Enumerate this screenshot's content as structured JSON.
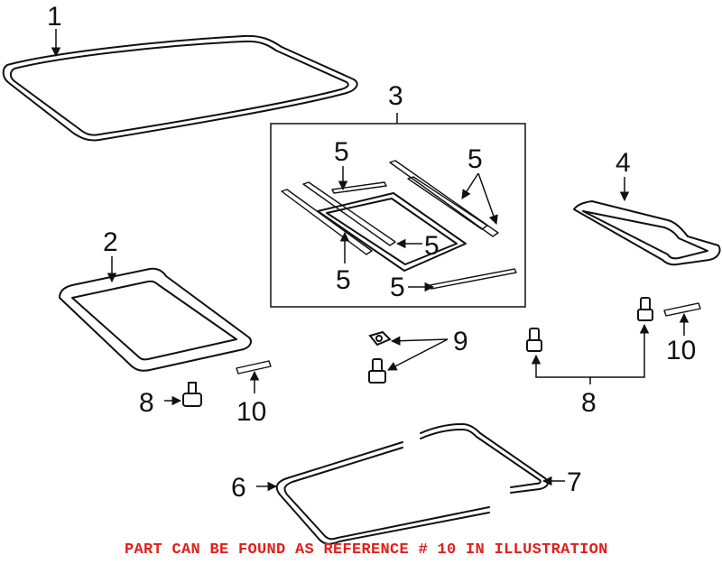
{
  "callouts": {
    "c1": "1",
    "c2": "2",
    "c3": "3",
    "c4": "4",
    "c5a": "5",
    "c5b": "5",
    "c5c": "5",
    "c5d": "5",
    "c5e": "5",
    "c6": "6",
    "c7": "7",
    "c8a": "8",
    "c8b": "8",
    "c9": "9",
    "c10a": "10",
    "c10b": "10"
  },
  "note": "PART CAN BE FOUND AS REFERENCE # 10 IN ILLUSTRATION",
  "colors": {
    "line": "#111111",
    "note": "#e0201b",
    "background": "#ffffff"
  }
}
